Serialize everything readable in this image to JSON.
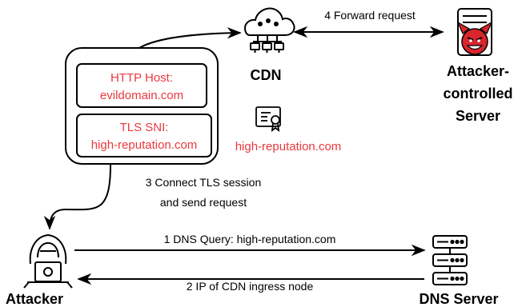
{
  "nodes": {
    "cdn": "CDN",
    "server_line1": "Attacker-",
    "server_line2": "controlled",
    "server_line3": "Server",
    "attacker": "Attacker",
    "dns_server": "DNS Server"
  },
  "packet": {
    "http_host_line1": "HTTP Host:",
    "http_host_line2": "evildomain.com",
    "tls_sni_line1": "TLS SNI:",
    "tls_sni_line2": "high-reputation.com"
  },
  "certificate_label": "high-reputation.com",
  "steps": {
    "step1": "1 DNS Query: high-reputation.com",
    "step2": "2 IP of CDN ingress node",
    "step3_line1": "3 Connect TLS session",
    "step3_line2": "and send request",
    "step4": "4 Forward request"
  },
  "colors": {
    "highlight_red": "#e8383d",
    "devil_red": "#d8262c",
    "ink": "#000000"
  },
  "icons": {
    "cdn": "cloud-network-icon",
    "server": "devil-server-icon",
    "attacker": "hacker-icon",
    "dns": "server-rack-icon",
    "certificate": "certificate-icon"
  }
}
